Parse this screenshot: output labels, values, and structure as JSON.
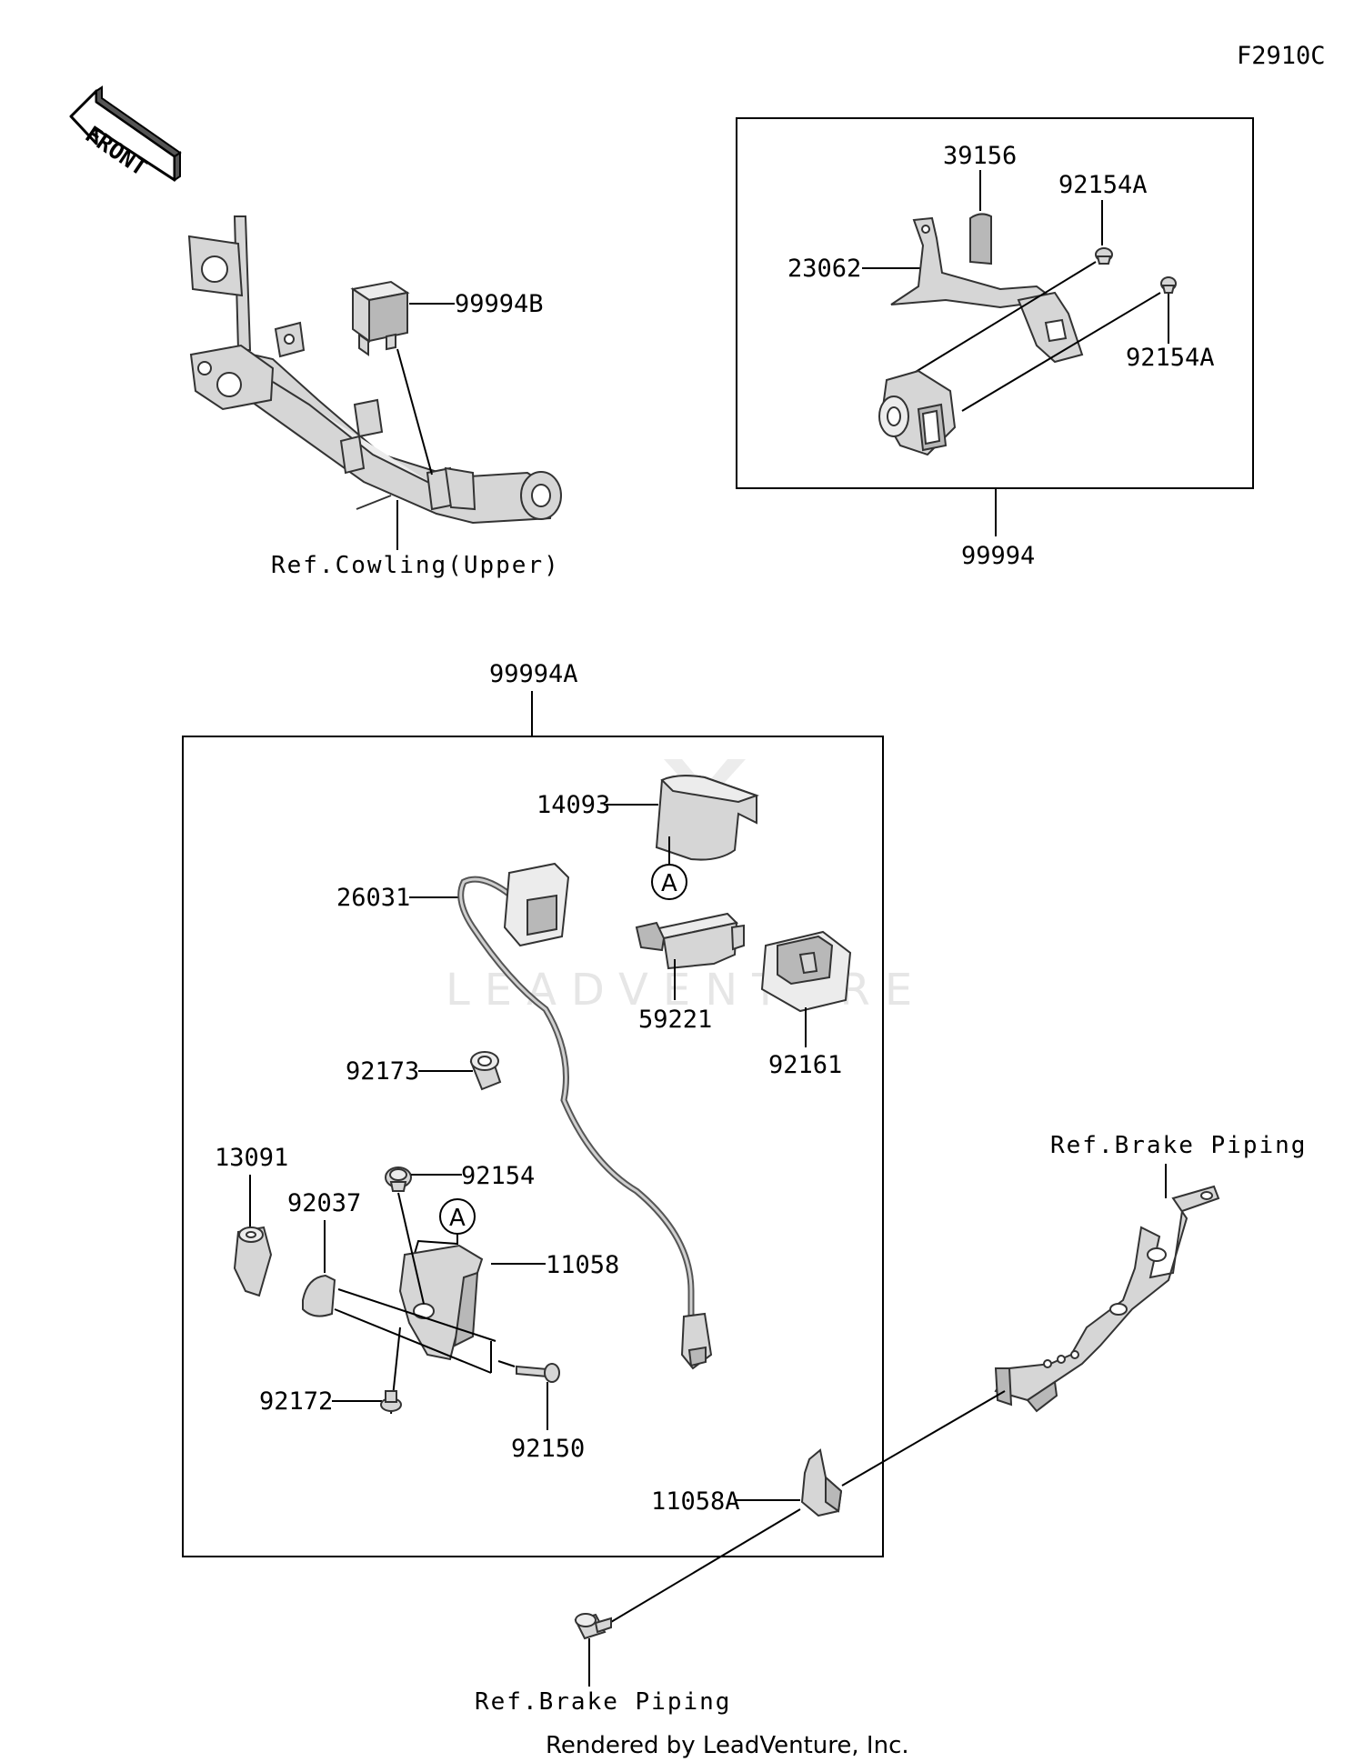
{
  "diagram_code": "F2910C",
  "front_label": "FRONT",
  "watermark": "LEADVENTURE",
  "footer": "Rendered by LeadVenture, Inc.",
  "callout_letter": "A",
  "labels": {
    "p99994B": "99994B",
    "ref_cowling": "Ref.Cowling(Upper)",
    "p39156": "39156",
    "p92154A_top": "92154A",
    "p23062": "23062",
    "p92154A_right": "92154A",
    "p99994": "99994",
    "p99994A": "99994A",
    "p14093": "14093",
    "p26031": "26031",
    "p59221": "59221",
    "p92161": "92161",
    "p92173": "92173",
    "p13091": "13091",
    "p92037": "92037",
    "p92154": "92154",
    "p11058": "11058",
    "p92172": "92172",
    "p92150": "92150",
    "p11058A": "11058A",
    "ref_brake_top": "Ref.Brake Piping",
    "ref_brake_bottom": "Ref.Brake Piping"
  }
}
